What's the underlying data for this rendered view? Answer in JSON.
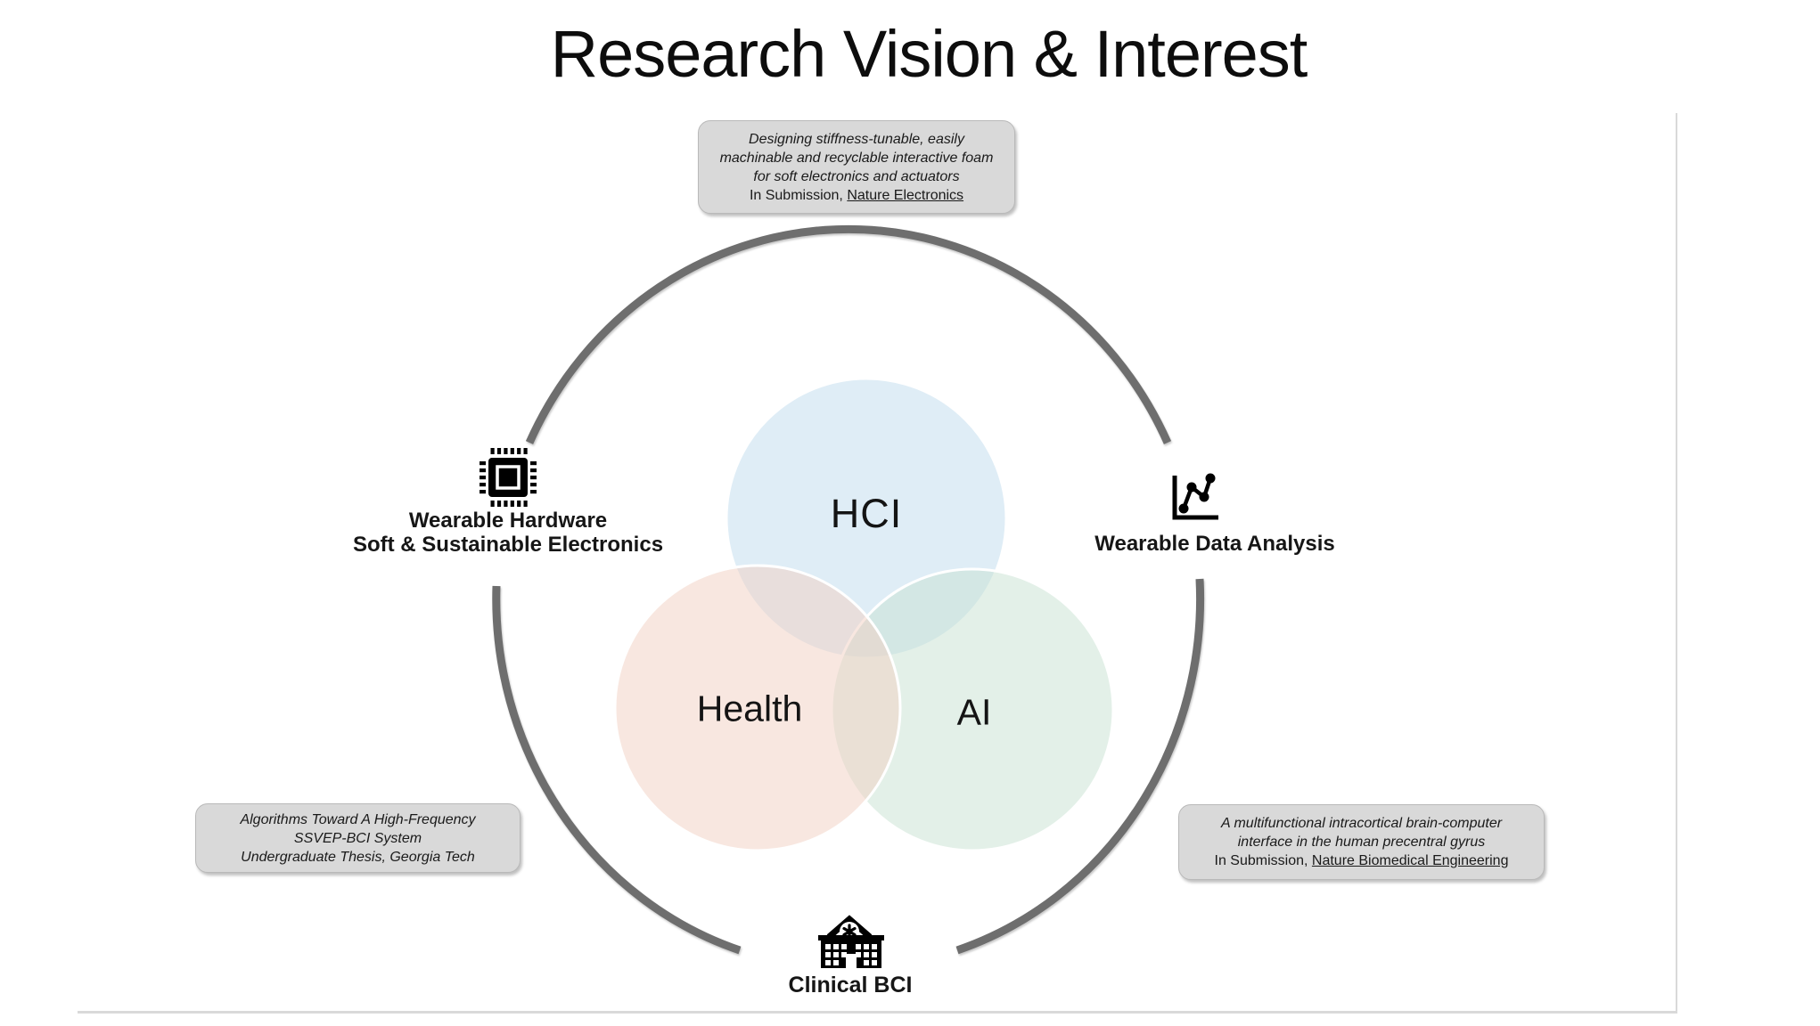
{
  "title": "Research Vision & Interest",
  "venn": {
    "hci": "HCI",
    "health": "Health",
    "ai": "AI"
  },
  "nodes": {
    "hardware": {
      "icon": "chip-icon",
      "line1": "Wearable Hardware",
      "line2": "Soft & Sustainable Electronics"
    },
    "data_analysis": {
      "icon": "line-chart-icon",
      "label": "Wearable Data Analysis"
    },
    "clinical_bci": {
      "icon": "hospital-icon",
      "label": "Clinical BCI"
    }
  },
  "callouts": {
    "top": {
      "lines": [
        "Designing stiffness-tunable, easily",
        "machinable and recyclable interactive foam",
        "for soft electronics and actuators"
      ],
      "status": "In Submission,",
      "journal": "Nature Electronics"
    },
    "bottom_left": {
      "lines": [
        "Algorithms Toward A High-Frequency",
        "SSVEP-BCI System",
        "Undergraduate Thesis, Georgia Tech"
      ]
    },
    "bottom_right": {
      "lines": [
        "A multifunctional intracortical brain-computer",
        "interface in the human precentral gyrus"
      ],
      "status": "In Submission,",
      "journal": "Nature Biomedical Engineering"
    }
  },
  "theme": {
    "arc_color": "#6e6e6e",
    "box_bg": "#d9d9d9",
    "box_border": "#b9b9b9",
    "text_dark": "#131313",
    "divider": "#d9d9d9",
    "venn_blue": "#bfdbed",
    "venn_green": "#c7e1d1",
    "venn_pink": "#f1cfc1"
  }
}
